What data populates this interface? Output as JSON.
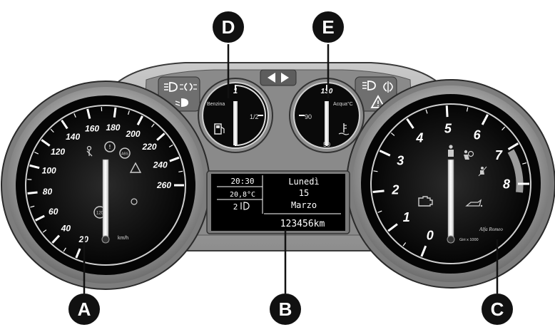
{
  "callouts": {
    "a": "A",
    "b": "B",
    "c": "C",
    "d": "D",
    "e": "E"
  },
  "speedometer": {
    "scale": [
      "20",
      "40",
      "60",
      "80",
      "100",
      "120",
      "140",
      "160",
      "180",
      "200",
      "220",
      "240",
      "260"
    ],
    "unit": "km/h",
    "indicator_120": "120"
  },
  "tachometer": {
    "scale": [
      "0",
      "1",
      "2",
      "3",
      "4",
      "5",
      "6",
      "7",
      "8"
    ],
    "unit": "Giri x 1000",
    "brand": "Alfa Romeo"
  },
  "fuel_gauge": {
    "label": "Benzina",
    "top_mark": "1",
    "half_mark": "1/2"
  },
  "temp_gauge": {
    "label": "Acqua°C",
    "top_mark": "130",
    "mid_mark": "90",
    "low_mark": "50"
  },
  "display": {
    "time": "20:30",
    "temperature": "20,8°C",
    "gear": "2",
    "day": "Lunedì",
    "date": "15",
    "month": "Marzo",
    "odometer": "123456km"
  },
  "colors": {
    "bezel": "#9a9a9a",
    "dial": "#0a0a0a",
    "lcd": "#000000",
    "callout": "#111111"
  }
}
